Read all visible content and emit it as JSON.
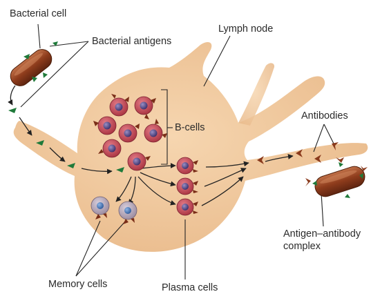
{
  "labels": {
    "bacterial_cell": "Bacterial cell",
    "bacterial_antigens": "Bacterial antigens",
    "lymph_node": "Lymph node",
    "b_cells": "B-cells",
    "antibodies": "Antibodies",
    "antigen_antibody_line1": "Antigen–antibody",
    "antigen_antibody_line2": "complex",
    "memory_cells": "Memory cells",
    "plasma_cells": "Plasma cells"
  },
  "colors": {
    "lymph_node": "#f0caa0",
    "bacterium": "#8e3c1c",
    "antigen": "#1f7a3a",
    "antibody": "#8a3a1c",
    "b_cell": "#c8505e",
    "memory_cell": "#b6a8b6",
    "nucleus": "#4a3f7a",
    "line": "#222222"
  }
}
